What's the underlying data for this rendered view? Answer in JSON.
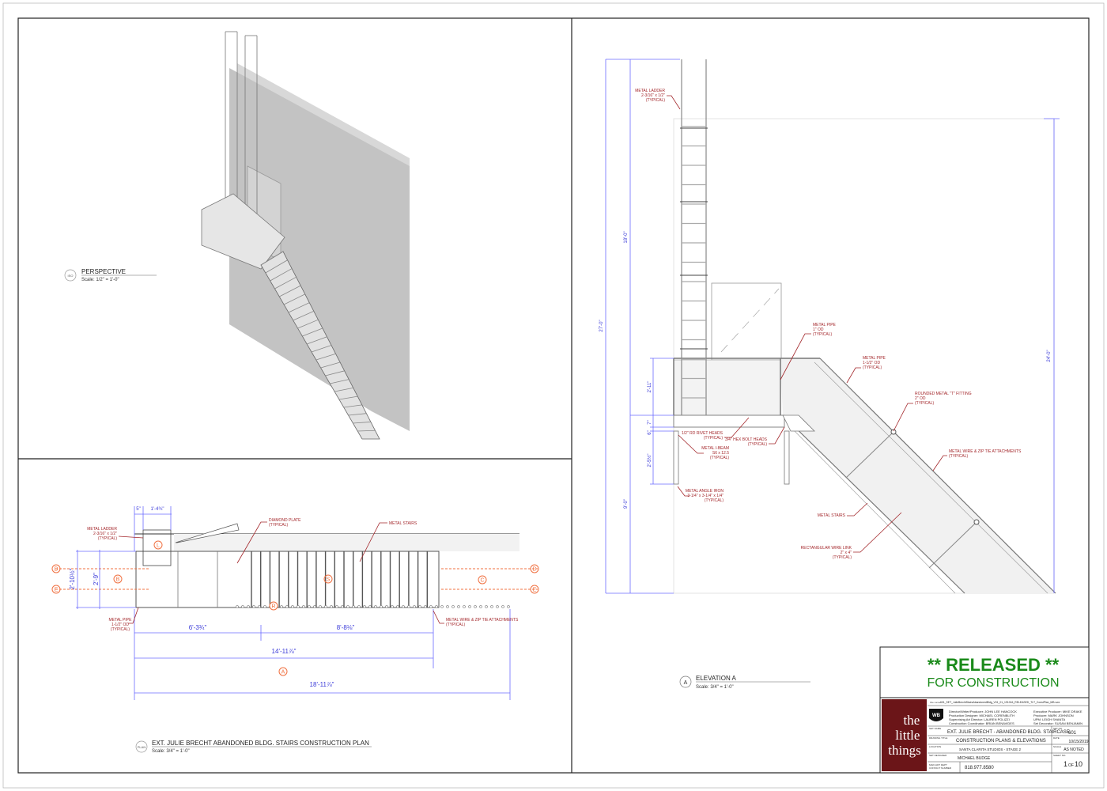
{
  "perspective": {
    "badge": "ISO",
    "title": "PERSPECTIVE",
    "scale": "Scale: 1/2\" = 1'-0\""
  },
  "plan": {
    "badge": "PLAN",
    "title": "EXT. JULIE BRECHT ABANDONED BLDG. STAIRS CONSTRUCTION PLAN",
    "scale": "Scale: 3/4\" = 1'-0\"",
    "dims": {
      "d5": "5\"",
      "d1_4": "1'-4¾\"",
      "d2_10": "2'-10½\"",
      "d2_9": "2'-9\"",
      "d6_3": "6'-3¾\"",
      "d8_8": "8'-8⅛\"",
      "d14_11": "14'-11⅞\"",
      "d18_11": "18'-11⅞\""
    },
    "markers": {
      "L": "L",
      "D1": "D",
      "E1": "E",
      "B": "B",
      "S": "S",
      "R": "R",
      "C": "C",
      "D2": "D",
      "E2": "E",
      "A": "A"
    },
    "notes": {
      "ladder": [
        "METAL LADDER",
        "2-3/16\" x 1/2\"",
        "(TYPICAL)"
      ],
      "diamond": [
        "DIAMOND PLATE",
        "(TYPICAL)"
      ],
      "stairs": [
        "METAL STAIRS"
      ],
      "pipe": [
        "METAL PIPE",
        "1-1/2\" OD",
        "(TYPICAL)"
      ],
      "wire": [
        "METAL WIRE & ZIP TIE ATTACHMENTS",
        "(TYPICAL)"
      ]
    }
  },
  "elevation": {
    "badge": "A",
    "title": "ELEVATION A",
    "scale": "Scale: 3/4\" = 1'-0\"",
    "dims": {
      "d27": "27'-0\"",
      "d18": "18'-0\"",
      "d9": "9'-0\"",
      "d24": "24'-0\"",
      "d2_11": "2'-11\"",
      "d7": "7\"",
      "d6": "6\"",
      "d2_5": "2'-5½\""
    },
    "notes": {
      "ladder": [
        "METAL LADDER",
        "2-3/16\" x 1/2\"",
        "(TYPICAL)"
      ],
      "pipe1": [
        "METAL PIPE",
        "1\" OD",
        "(TYPICAL)"
      ],
      "pipe15": [
        "METAL PIPE",
        "1-1/2\" OD",
        "(TYPICAL)"
      ],
      "tfit": [
        "ROUNDED METAL \"T\" FITTING",
        "2\" OD",
        "(TYPICAL)"
      ],
      "wire": [
        "METAL WIRE & ZIP TIE ATTACHMENTS",
        "(TYPICAL)"
      ],
      "rivet": [
        "1/2\" RD RIVET HEADS",
        "(TYPICAL)"
      ],
      "hex": [
        "3/4\" HEX BOLT HEADS",
        "(TYPICAL)"
      ],
      "ibeam": [
        "METAL I-BEAM",
        "S6 x 12.5",
        "(TYPICAL)"
      ],
      "angle": [
        "METAL ANGLE IRON",
        "3-1/4\" x 3-1/4\" x 1/4\"",
        "(TYPICAL)"
      ],
      "stairs": [
        "METAL STAIRS"
      ],
      "link": [
        "RECTANGULAR WIRE LINK",
        "2\" x 4\"",
        "(TYPICAL)"
      ]
    }
  },
  "released": {
    "line1": "** RELEASED **",
    "line2": "FOR CONSTRUCTION",
    "color": "#1a8a1a"
  },
  "title_block": {
    "logo": [
      "the",
      "little",
      "things"
    ],
    "logo_color": "#6b1518",
    "studio_logo": "WB",
    "file_name": "601_SET_JulieBrechtStairsAbandonedBldg_V01_01_191016_RELEASED_TLT_ConstPlan_MB.vwx",
    "file_label": "File name:",
    "credits_left": [
      "Director/Writer/Producer: JOHN LEE HANCOCK",
      "Production Designer: MICHAEL CORENBLITH",
      "Supervising Art Director: LAUREN POLIZZI",
      "Construction Coordinator: BRIAN BENAVIDES"
    ],
    "credits_right": [
      "Executive Producer: MIKE DRAKE",
      "Producer: MARK JOHNSON",
      "UPM: LEIGH SHANTA",
      "Set Decorator: SUSAN BENJAMIN"
    ],
    "set_name_label": "SET NAME",
    "set_name": "EXT. JULIE BRECHT - ABANDONED BLDG. STAIRCASE",
    "set_no_label": "SET NO.",
    "set_no": "601",
    "drawing_title_label": "DRAWING TITLE",
    "drawing_title": "CONSTRUCTION PLANS & ELEVATIONS",
    "date_label": "DATE",
    "date": "10/15/2019",
    "location_label": "LOCATION",
    "location": "SANTA CLARITA STUDIOS - STAGE 2",
    "scale_label": "SCALE",
    "scale": "AS NOTED",
    "designer_label": "SET DESIGNER",
    "designer": "MICHAEL BUDGE",
    "sheet_label": "SHEET NO.",
    "sheet": "1",
    "sheet_of": "OF",
    "sheet_total": "10",
    "contact_label": [
      "MAIN ART DEPT",
      "CONTACT NUMBER"
    ],
    "contact": "818.977.8580"
  }
}
